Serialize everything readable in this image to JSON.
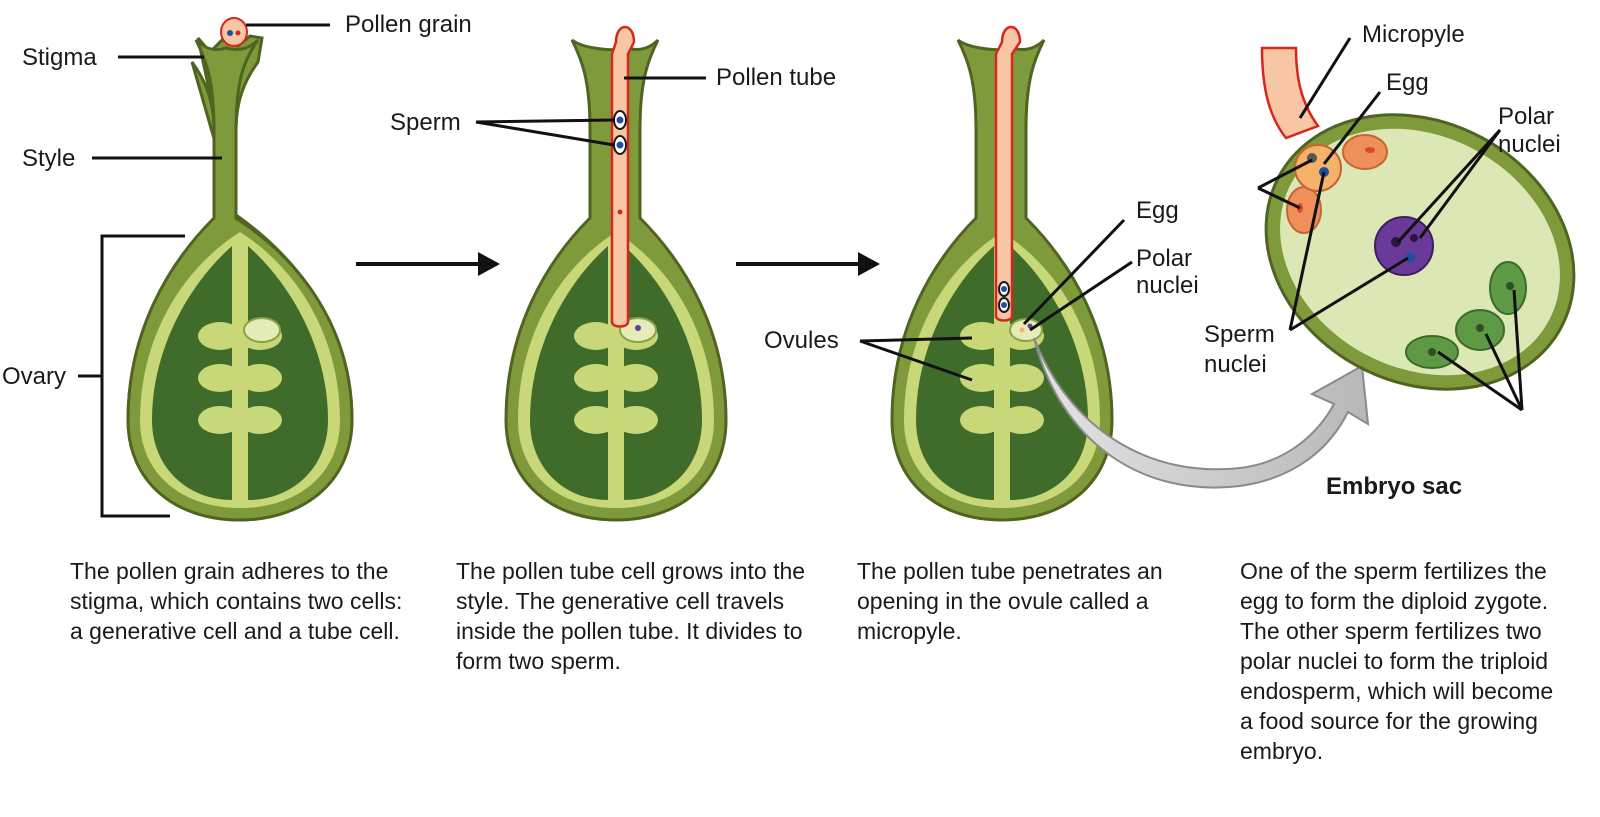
{
  "labels": {
    "pollen_grain": "Pollen grain",
    "stigma": "Stigma",
    "style": "Style",
    "ovary": "Ovary",
    "pollen_tube": "Pollen tube",
    "sperm": "Sperm",
    "egg": "Egg",
    "polar_1": "Polar",
    "polar_2": "nuclei",
    "ovules": "Ovules",
    "micropyle": "Micropyle",
    "egg_sac": "Egg",
    "polar_sac_1": "Polar",
    "polar_sac_2": "nuclei",
    "sperm_nuclei_1": "Sperm",
    "sperm_nuclei_2": "nuclei",
    "embryo_sac": "Embryo sac"
  },
  "captions": [
    "The pollen grain adheres to the stigma, which contains two cells: a generative cell and a tube cell.",
    "The pollen tube cell grows into the style. The generative cell travels inside the pollen tube. It divides to form two sperm.",
    "The pollen tube penetrates an opening in the ovule called a micropyle.",
    "One of the sperm fertilizes the egg to form the diploid zygote. The other sperm fertilizes two polar nuclei to form the triploid endosperm, which will become a food source for the growing embryo."
  ],
  "colors": {
    "pistil_outer": "#7f9a3a",
    "pistil_border": "#4f6420",
    "ovary_inner": "#3f6c2b",
    "septum": "#c8d778",
    "ovule": "#c8d778",
    "pollen_tube": "#f7c6a5",
    "pollen_tube_edge": "#d9261c",
    "sperm_nucleus": "#1f4fa0",
    "egg": "#f5b26b",
    "synergid": "#ef8f5a",
    "polar_cell": "#6a3a9a",
    "antipodal": "#5e9a45",
    "sac_fill": "#dbe7b5",
    "arrow": "#cccccc"
  }
}
